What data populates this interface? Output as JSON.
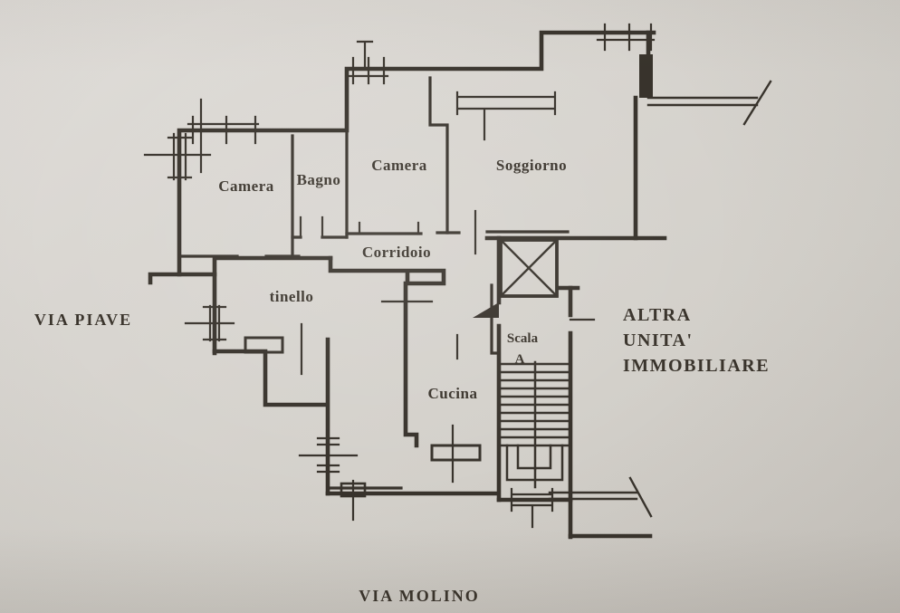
{
  "rooms": {
    "camera_left": "Camera",
    "bagno": "Bagno",
    "camera_center": "Camera",
    "soggiorno": "Soggiorno",
    "corridoio": "Corridoio",
    "tinello": "tinello",
    "cucina": "Cucina"
  },
  "stairwell": {
    "label_line1": "Scala",
    "label_line2": "A"
  },
  "streets": {
    "west": "VIA PIAVE",
    "south": "VIA MOLINO"
  },
  "adjacent_unit": {
    "line1": "ALTRA",
    "line2": "UNITA'",
    "line3": "IMMOBILIARE"
  },
  "colors": {
    "paper": "#d6d3ce",
    "ink": "#38332c"
  }
}
